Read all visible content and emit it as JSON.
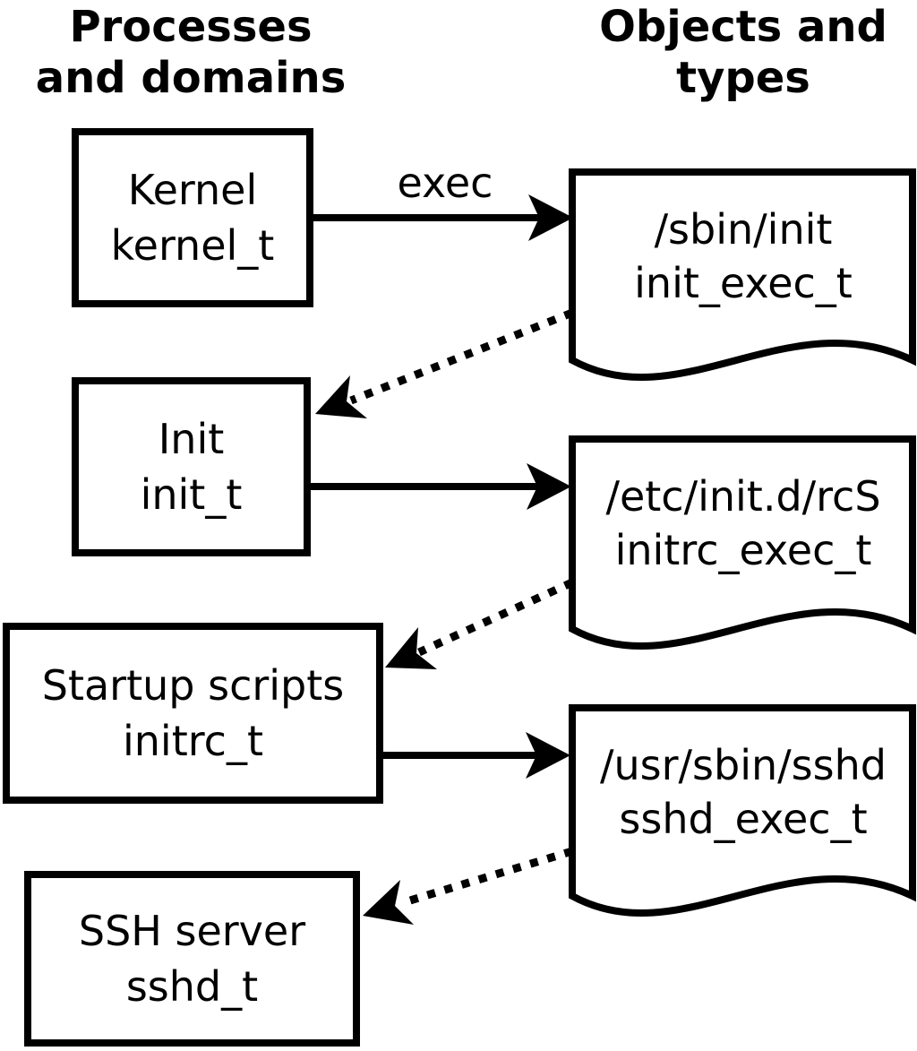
{
  "columns": {
    "left": {
      "line1": "Processes",
      "line2": "and domains"
    },
    "right": {
      "line1": "Objects and",
      "line2": "types"
    }
  },
  "edge_label": "exec",
  "processes": [
    {
      "label": "Kernel",
      "type": "kernel_t"
    },
    {
      "label": "Init",
      "type": "init_t"
    },
    {
      "label": "Startup scripts",
      "type": "initrc_t"
    },
    {
      "label": "SSH server",
      "type": "sshd_t"
    }
  ],
  "objects": [
    {
      "path": "/sbin/init",
      "type": "init_exec_t"
    },
    {
      "path": "/etc/init.d/rcS",
      "type": "initrc_exec_t"
    },
    {
      "path": "/usr/sbin/sshd",
      "type": "sshd_exec_t"
    }
  ],
  "colors": {
    "ink": "#000000",
    "background": "#ffffff"
  }
}
